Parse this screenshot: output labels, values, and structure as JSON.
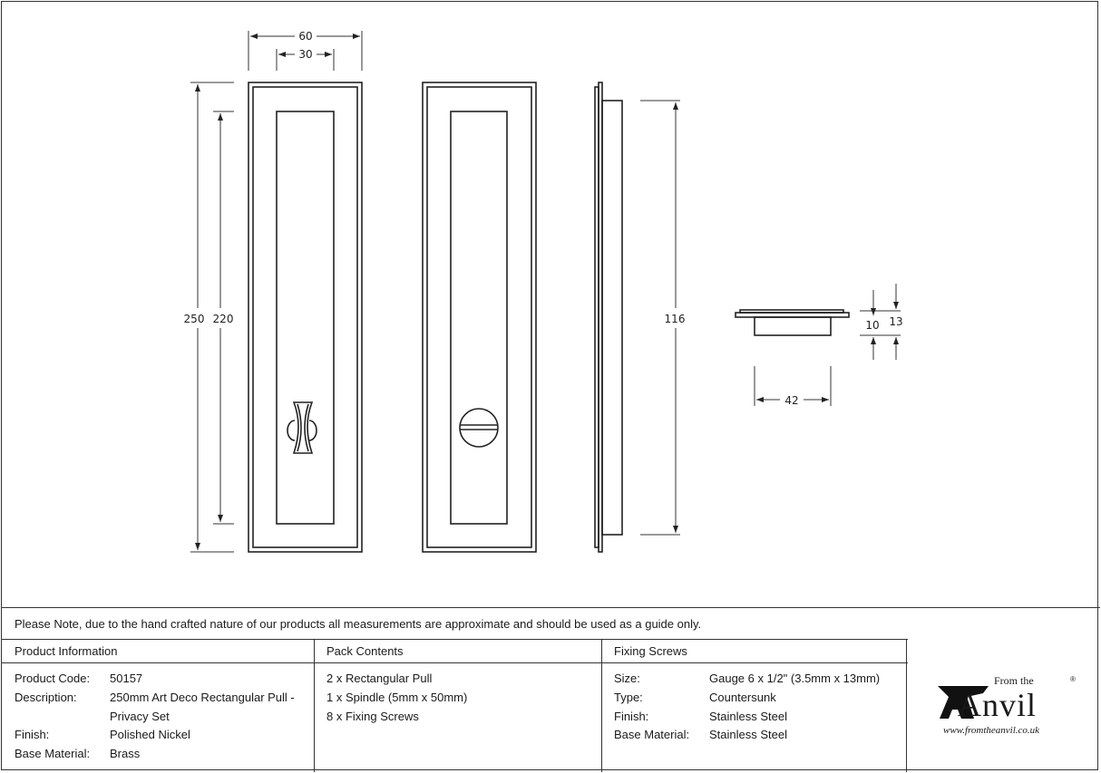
{
  "dimensions": {
    "width_outer": "60",
    "width_inner": "30",
    "height_outer": "250",
    "height_inner": "220",
    "side_height": "116",
    "depth_body": "10",
    "depth_total": "13",
    "body_width": "42"
  },
  "note": "Please Note, due to the hand crafted nature of our products all measurements are approximate and should be used as a guide only.",
  "product_info": {
    "heading": "Product Information",
    "rows": [
      {
        "label": "Product Code:",
        "value": "50157"
      },
      {
        "label": "Description:",
        "value": "250mm Art Deco Rectangular Pull -"
      },
      {
        "label": "",
        "value": "Privacy Set"
      },
      {
        "label": "Finish:",
        "value": "Polished Nickel"
      },
      {
        "label": "Base Material:",
        "value": "Brass"
      }
    ]
  },
  "pack_contents": {
    "heading": "Pack Contents",
    "items": [
      "2 x Rectangular Pull",
      "1 x Spindle (5mm x 50mm)",
      "8 x Fixing Screws"
    ]
  },
  "fixing_screws": {
    "heading": "Fixing Screws",
    "rows": [
      {
        "label": "Size:",
        "value": "Gauge 6 x 1/2\" (3.5mm x 13mm)"
      },
      {
        "label": "Type:",
        "value": "Countersunk"
      },
      {
        "label": "Finish:",
        "value": "Stainless Steel"
      },
      {
        "label": "Base Material:",
        "value": "Stainless Steel"
      }
    ]
  },
  "logo": {
    "from": "From the",
    "brand": "Anvil",
    "url": "www.fromtheanvil.co.uk",
    "mark": "®"
  }
}
